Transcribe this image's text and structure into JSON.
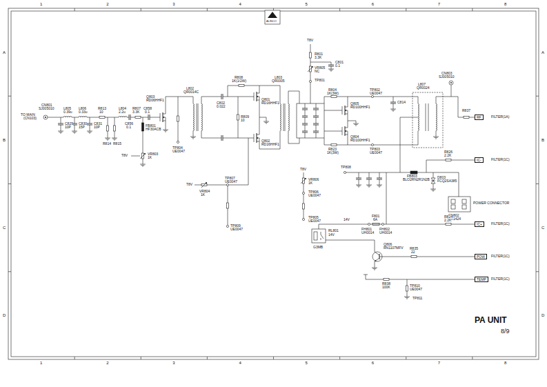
{
  "diagram": {
    "title": "PA UNIT",
    "nodes": [
      {
        "text": [
          "RF"
        ]
      },
      {
        "text": [
          "IC-"
        ]
      },
      {
        "text": [
          "IC+"
        ]
      },
      {
        "text": [
          "POW"
        ]
      },
      {
        "text": [
          "TEMP"
        ]
      }
    ],
    "labels": [
      "1",
      "2",
      "3",
      "4",
      "5",
      "6",
      "7",
      "8",
      "1",
      "2",
      "3",
      "4",
      "5",
      "6",
      "7",
      "8",
      "A",
      "B",
      "C",
      "D",
      "A",
      "B",
      "C",
      "D",
      "8/9",
      "ALINCO",
      "CN801",
      "SJ005010",
      "TO MAIN",
      "(CN103)",
      "L805",
      "0.39u",
      "C829",
      "10P",
      "L806",
      "0.33u",
      "C830",
      "15P",
      "C831",
      "10P",
      "R813",
      "10",
      "R814",
      "R815",
      "L804",
      "2.2u",
      "C856",
      "0.1",
      "R807",
      "3.3K",
      "C858",
      "0.1",
      "FB801",
      "HF30ACB",
      "Q803",
      "RD06HHF1",
      "VR803",
      "1K",
      "T8V",
      "TP804",
      "UE0047",
      "L802",
      "QR0014C",
      "C802",
      "0.022",
      "R808",
      "1K(1/2W)",
      "Q801",
      "RD16HHF1",
      "R809",
      "10",
      "Q802",
      "RD16HHF1",
      "T8V",
      "VR804",
      "1K",
      "TP807",
      "UE0047",
      "TP809",
      "UE0047",
      "L803",
      "QR0005",
      "T8V",
      "R801",
      "3.3K",
      "VR805",
      "NC",
      "C801",
      "0.1",
      "TP801",
      "R804",
      "1K(3W)",
      "Q805",
      "RD100HHF1",
      "TP802",
      "UE0047",
      "TP803",
      "UE0047",
      "Q804",
      "RD100HHF1",
      "R823",
      "1K(3W)",
      "TP808",
      "T8V",
      "VR806",
      "1K",
      "TP806",
      "UE0047",
      "TP805",
      "UE0047",
      "C814",
      "L807",
      "QR0024",
      "CN803",
      "SJ005010",
      "R837",
      "FILTER(1A)",
      "R826",
      "2.2K",
      "FILTER(1C)",
      "FB803",
      "BLO2RN2R1N2B",
      "D803",
      "FCQ2SA385",
      "POWER CONNECTOR",
      "CN802",
      "UX1424",
      "F801",
      "6A",
      "14V",
      "14V",
      "RL801",
      "G3MB",
      "FH801",
      "UH0014",
      "FH802",
      "UH0014",
      "R824",
      "2.2K",
      "FILTER(1C)",
      "R835",
      "22",
      "Q806",
      "RN1107MFV",
      "FILTER(1C)",
      "TP810",
      "UE0047",
      "TP811",
      "R838",
      "100K",
      "FILTER(1C)"
    ]
  }
}
